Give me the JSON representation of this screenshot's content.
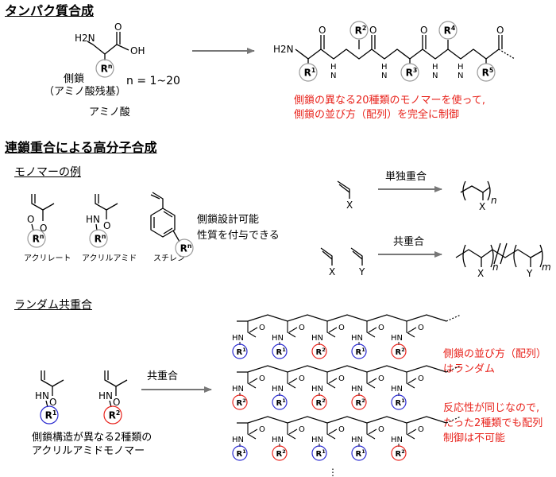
{
  "sections": {
    "protein_title": "タンパク質合成",
    "chain_title": "連鎖重合による高分子合成",
    "monomer_examples_title": "モノマーの例",
    "random_title": "ランダム共重合"
  },
  "amino_acid": {
    "nh2": "H2N",
    "oh": "OH",
    "o": "O",
    "side_chain_label": "側鎖",
    "residue_label": "（アミノ酸残基）",
    "range": "n = 1~20",
    "name": "アミノ酸",
    "rn": "Rn"
  },
  "peptide": {
    "nh2": "H2N",
    "hn": "H\nN",
    "o": "O",
    "residues": [
      "R1",
      "R2",
      "R3",
      "R4",
      "R5"
    ]
  },
  "protein_note": {
    "line1": "側鎖の異なる20種類のモノマーを使って,",
    "line2": "側鎖の並び方（配列）を完全に制御"
  },
  "monomers": {
    "acrylate": "アクリレート",
    "acrylamide": "アクリルアミド",
    "styrene": "スチレン",
    "o": "O",
    "hn": "HN",
    "rn": "Rn",
    "design_line1": "側鎖設計可能",
    "design_line2": "性質を付与できる"
  },
  "homopolymer": {
    "arrow_label": "単独重合",
    "x": "X",
    "n": "n"
  },
  "copolymer": {
    "arrow_label": "共重合",
    "x": "X",
    "y": "Y",
    "n": "n",
    "m": "m"
  },
  "random_copolymer": {
    "arrow_label": "共重合",
    "monomer1": "R1",
    "monomer2": "R2",
    "hn": "HN",
    "o": "O",
    "caption_line1": "側鎖構造が異なる2種類の",
    "caption_line2": "アクリルアミドモノマー",
    "chains": [
      [
        "R1",
        "R1",
        "R2",
        "R1",
        "R2"
      ],
      [
        "R2",
        "R1",
        "R2",
        "R2",
        "R1"
      ],
      [
        "R1",
        "R2",
        "R1",
        "R1",
        "R2"
      ]
    ],
    "note1_line1": "側鎖の並び方（配列）",
    "note1_line2": "はランダム",
    "note2_line1": "反応性が同じなので,",
    "note2_line2": "たった2種類でも配列",
    "note2_line3": "制御は不可能"
  },
  "colors": {
    "r1": "#2a2ad0",
    "r2": "#e8231c",
    "note": "#e8231c",
    "rn_circle": "#9a9a9a",
    "arrow": "#777777"
  }
}
